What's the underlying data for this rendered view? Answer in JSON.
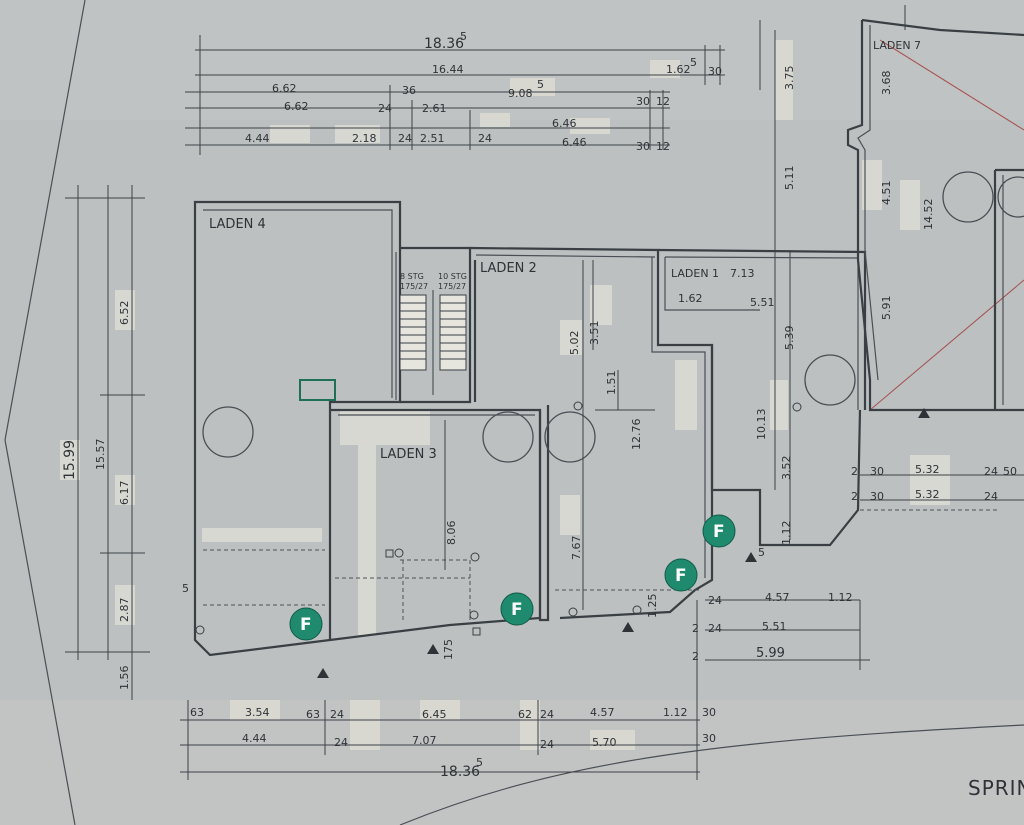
{
  "rooms": {
    "laden4": "LADEN 4",
    "laden2": "LADEN 2",
    "laden3": "LADEN 3",
    "laden1": "LADEN 1",
    "laden7": "LADEN 7"
  },
  "stairs": {
    "left_label": "8 STG",
    "left_sub": "175/27",
    "right_label": "10 STG",
    "right_sub": "175/27"
  },
  "street_label": "SPRIN",
  "fire_marker": "F",
  "dimensions": {
    "top_overall": "18.36",
    "top_overall_sup": "5",
    "top_row1_a": "16.44",
    "top_row1_b": "1.62",
    "top_row1_c": "5",
    "top_row1_d": "30",
    "top_row2_a": "6.62",
    "top_row2_b": "36",
    "top_row2_c": "9.08",
    "top_row2_d": "5",
    "top_row3_a": "6.62",
    "top_row3_b": "24",
    "top_row3_c": "2.61",
    "top_row3_d": "6.46",
    "top_row3_e": "30",
    "top_row3_f": "12",
    "top_row4_a": "4.44",
    "top_row4_b": "2.18",
    "top_row4_c": "24",
    "top_row4_d": "2.51",
    "top_row4_e": "24",
    "top_row4_f": "6.46",
    "top_row4_g": "30",
    "top_row4_h": "12",
    "left_overall": "15.99",
    "left_a": "15.57",
    "left_b": "6.52",
    "left_c": "6.17",
    "left_d": "2.87",
    "left_e": "1.56",
    "left_f": "5",
    "inner_502": "5.02",
    "inner_351": "3.51",
    "inner_151": "1.51",
    "inner_1276": "12.76",
    "inner_806": "8.06",
    "inner_767": "7.67",
    "inner_125": "1.25",
    "inner_162": "1.62",
    "inner_551": "5.51",
    "inner_713": "7.13",
    "inner_539": "5.39",
    "inner_1013": "10.13",
    "inner_352": "3.52",
    "inner_112": "1.12",
    "inner_511": "5.11",
    "inner_375": "3.75",
    "inner_368": "3.68",
    "inner_591": "5.91",
    "inner_451": "4.51",
    "inner_1452": "14.52",
    "right_532a": "5.32",
    "right_532b": "5.32",
    "right_30a": "30",
    "right_30b": "30",
    "right_24a": "24",
    "right_24b": "24",
    "right_2a": "2",
    "right_2b": "2",
    "right_50": "50",
    "right_457": "4.57",
    "right_112": "1.12",
    "right_551": "5.51",
    "right_599": "5.99",
    "right_24c": "24",
    "right_24d": "24",
    "right_2c": "2",
    "right_2d": "2",
    "bottom_354": "3.54",
    "bottom_63a": "63",
    "bottom_63b": "63",
    "bottom_24a": "24",
    "bottom_645": "6.45",
    "bottom_62": "62",
    "bottom_24b": "24",
    "bottom_457": "4.57",
    "bottom_112": "1.12",
    "bottom_30a": "30",
    "bottom_444": "4.44",
    "bottom_24c": "24",
    "bottom_707": "7.07",
    "bottom_24d": "24",
    "bottom_570": "5.70",
    "bottom_30b": "30",
    "bottom_overall": "18.36",
    "bottom_overall_sup": "5",
    "small_175": "175",
    "small_5": "5"
  }
}
